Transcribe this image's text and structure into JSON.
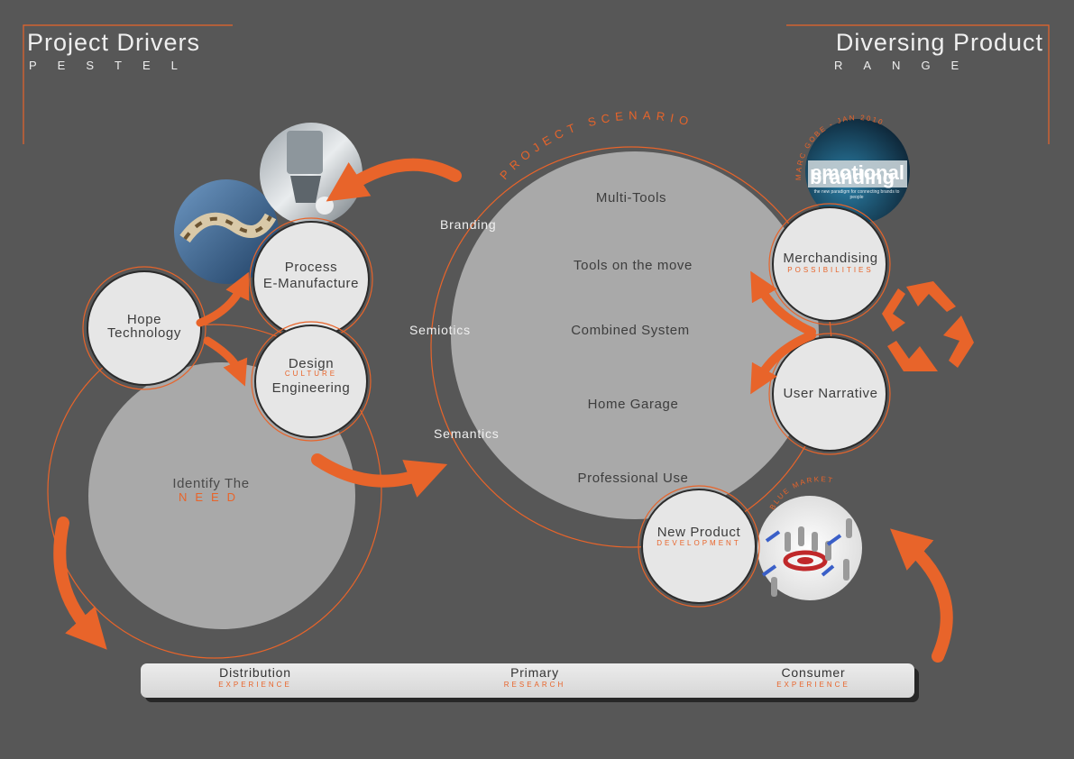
{
  "header_left": {
    "title": "Project Drivers",
    "subtitle": "PESTEL"
  },
  "header_right": {
    "title": "Diversing Product",
    "subtitle": "RANGE"
  },
  "scenario": {
    "arc_label": "PROJECT SCENARIO",
    "items": [
      "Multi-Tools",
      "Tools on the move",
      "Combined System",
      "Home Garage",
      "Professional Use"
    ],
    "side_labels": [
      "Branding",
      "Semiotics",
      "Semantics"
    ]
  },
  "left_nodes": {
    "hope": "Hope Technology",
    "process_line1": "Process",
    "process_line2": "E-Manufacture",
    "design_line1": "Design",
    "design_sub": "CULTURE",
    "design_line2": "Engineering",
    "need_line1": "Identify The",
    "need_line2": "NEED"
  },
  "right_nodes": {
    "merch": "Merchandising",
    "merch_sub": "POSSIBILITIES",
    "user": "User Narrative",
    "npd": "New Product",
    "npd_sub": "DEVELOPMENT",
    "blue_market": "BLUE MARKET",
    "book_arc": "MARC GOBE - JAN 2010",
    "book_title_1": "emotional",
    "book_title_2": "branding",
    "book_tagline": "the new paradigm for connecting brands to people"
  },
  "bottom_bar": [
    {
      "label": "Distribution",
      "sub": "EXPERIENCE"
    },
    {
      "label": "Primary",
      "sub": "RESEARCH"
    },
    {
      "label": "Consumer",
      "sub": "EXPERIENCE"
    }
  ],
  "colors": {
    "background": "#575757",
    "accent": "#e8642a",
    "circle_light": "#e6e6e6",
    "circle_mid": "#a9a9a9"
  }
}
